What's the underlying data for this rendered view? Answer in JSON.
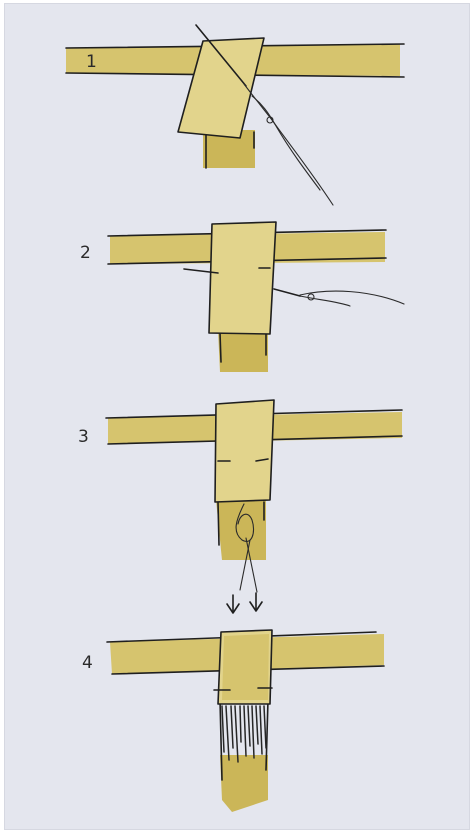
{
  "steps": [
    {
      "label": "1"
    },
    {
      "label": "2"
    },
    {
      "label": "3"
    },
    {
      "label": "4"
    }
  ],
  "colors": {
    "background": "#e4e6ee",
    "wood": "#d6c46e",
    "ink": "#1f1f1f"
  }
}
